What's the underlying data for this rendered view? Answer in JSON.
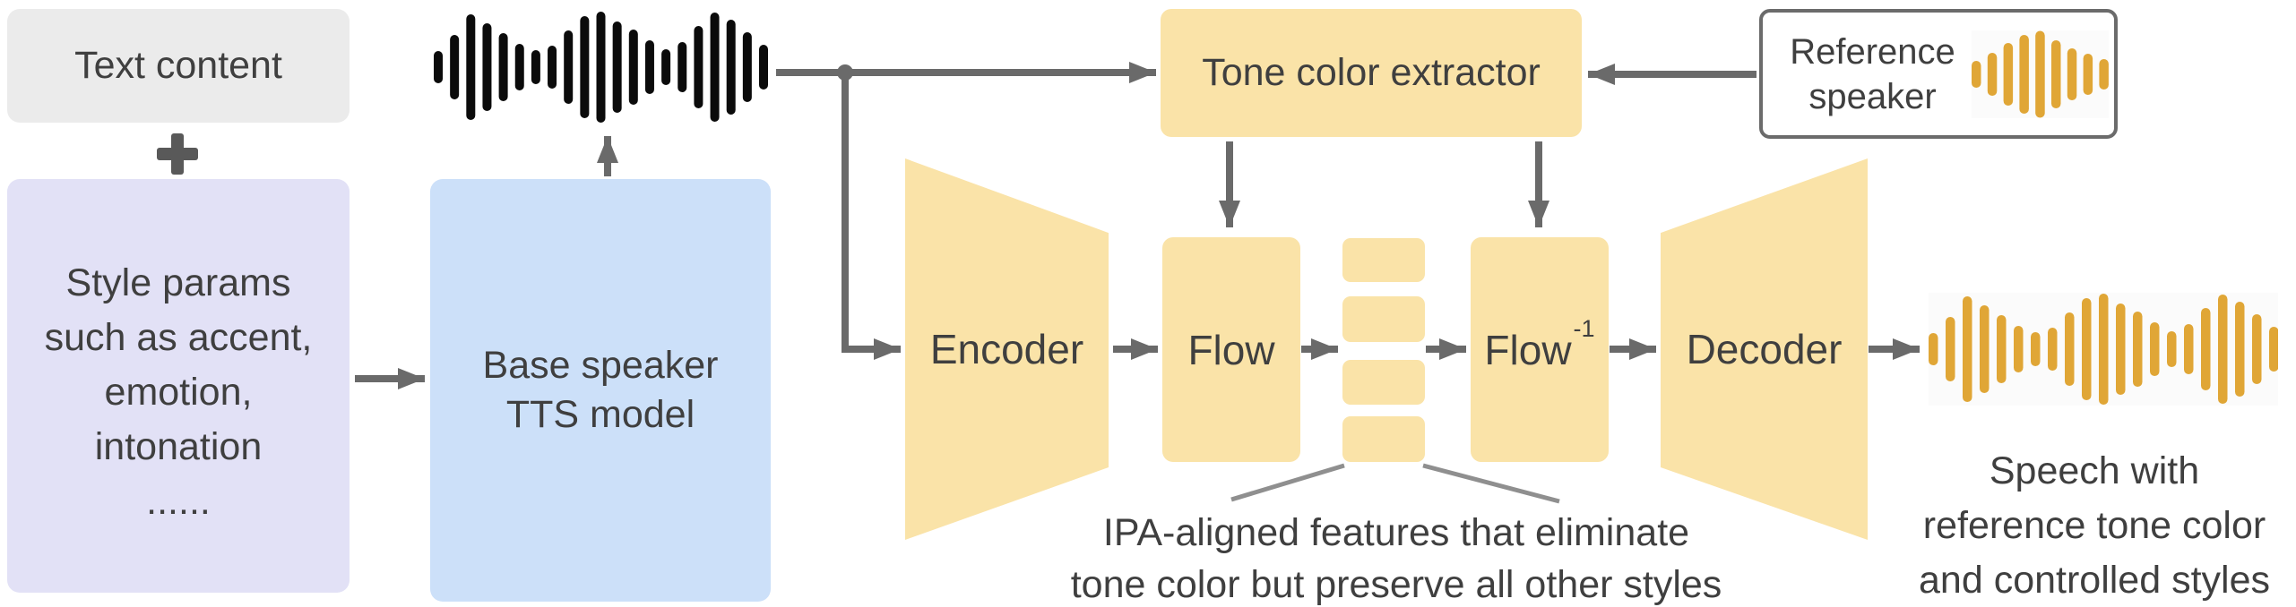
{
  "title": "Base speaker TTS with tone color conversion pipeline",
  "inputs": {
    "text_content": "Text content",
    "style_params_lines": [
      "Style params",
      "such as accent,",
      "emotion,",
      "intonation",
      "......"
    ]
  },
  "base_tts": {
    "line1": "Base speaker",
    "line2": "TTS model"
  },
  "tone_color_extractor": {
    "label": "Tone color extractor"
  },
  "reference_speaker": {
    "line1": "Reference",
    "line2": "speaker"
  },
  "pipeline": {
    "encoder": "Encoder",
    "flow": "Flow",
    "flow_inverse_base": "Flow",
    "flow_inverse_sup": "-1",
    "decoder": "Decoder"
  },
  "captions": {
    "ipa_line1": "IPA-aligned features that eliminate",
    "ipa_line2": "tone color but preserve all other styles",
    "output_line1": "Speech with",
    "output_line2": "reference tone color",
    "output_line3": "and controlled styles"
  },
  "icons": {
    "plus": "plus-icon",
    "base_waveform": "black-audio-waveform-icon",
    "reference_waveform": "gold-audio-waveform-small-icon",
    "output_waveform": "gold-audio-waveform-icon"
  },
  "colors": {
    "neutral_box": "#EBEBEB",
    "lavender_box": "#E2E1F6",
    "blue_box": "#CCE0F9",
    "yellow_box": "#FAE3A8",
    "arrow": "#6A6A6A",
    "pointer_line": "#8F8F8F",
    "text": "#3F3F3F",
    "black_wave": "#0B0B0B",
    "gold_wave": "#E0A636",
    "reference_border": "#6B6B6B"
  }
}
